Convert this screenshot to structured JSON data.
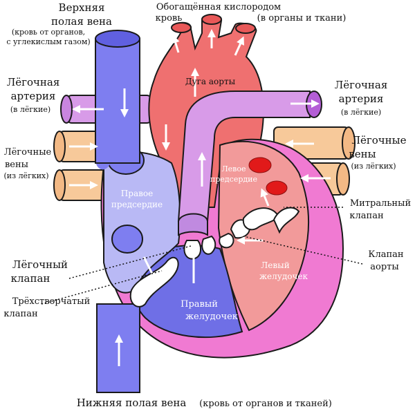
{
  "labels": {
    "superior_vena_cava": {
      "line1": "Верхняя",
      "line2": "полая вена",
      "note1": "(кровь от органов,",
      "note2": "с углекислым газом)"
    },
    "oxygenated_blood": {
      "line1": "Обогащённая кислородом",
      "left": "кровь",
      "right": "(в органы и ткани)"
    },
    "aortic_arch": "Дуга аорты",
    "pulmonary_artery_left": {
      "line1": "Лёгочная",
      "line2": "артерия",
      "note": "(в лёгкие)"
    },
    "pulmonary_artery_right": {
      "line1": "Лёгочная",
      "line2": "артерия",
      "note": "(в лёгкие)"
    },
    "pulmonary_veins_left": {
      "line1": "Лёгочные",
      "line2": "вены",
      "note": "(из лёгких)"
    },
    "pulmonary_veins_right": {
      "line1": "Лёгочные",
      "line2": "вены",
      "note": "(из лёгких)"
    },
    "left_atrium": {
      "line1": "Левое",
      "line2": "предсердие"
    },
    "right_atrium": {
      "line1": "Правое",
      "line2": "предсердие"
    },
    "mitral_valve": {
      "line1": "Митральный",
      "line2": "клапан"
    },
    "pulmonary_valve": {
      "line1": "Лёгочный",
      "line2": "клапан"
    },
    "aortic_valve": {
      "line1": "Клапан",
      "line2": "аорты"
    },
    "left_ventricle": {
      "line1": "Левый",
      "line2": "желудочек"
    },
    "tricuspid_valve": {
      "line1": "Трёхстворчатый",
      "line2": "клапан"
    },
    "right_ventricle": {
      "line1": "Правый",
      "line2": "желудочек"
    },
    "inferior_vena_cava": {
      "main": "Нижняя полая вена",
      "note": "(кровь от органов и тканей)"
    }
  },
  "colors": {
    "vena_blue": "#7e7ef0",
    "right_atrium": "#b9b9f5",
    "right_ventricle": "#6f6fe6",
    "aorta": "#ef7070",
    "left_chamber": "#f29a9a",
    "pulmonary_artery": "#d89be8",
    "pulmonary_vein": "#f7c99a",
    "myocardium": "#f07ad2",
    "outline": "#1a1a1a"
  }
}
